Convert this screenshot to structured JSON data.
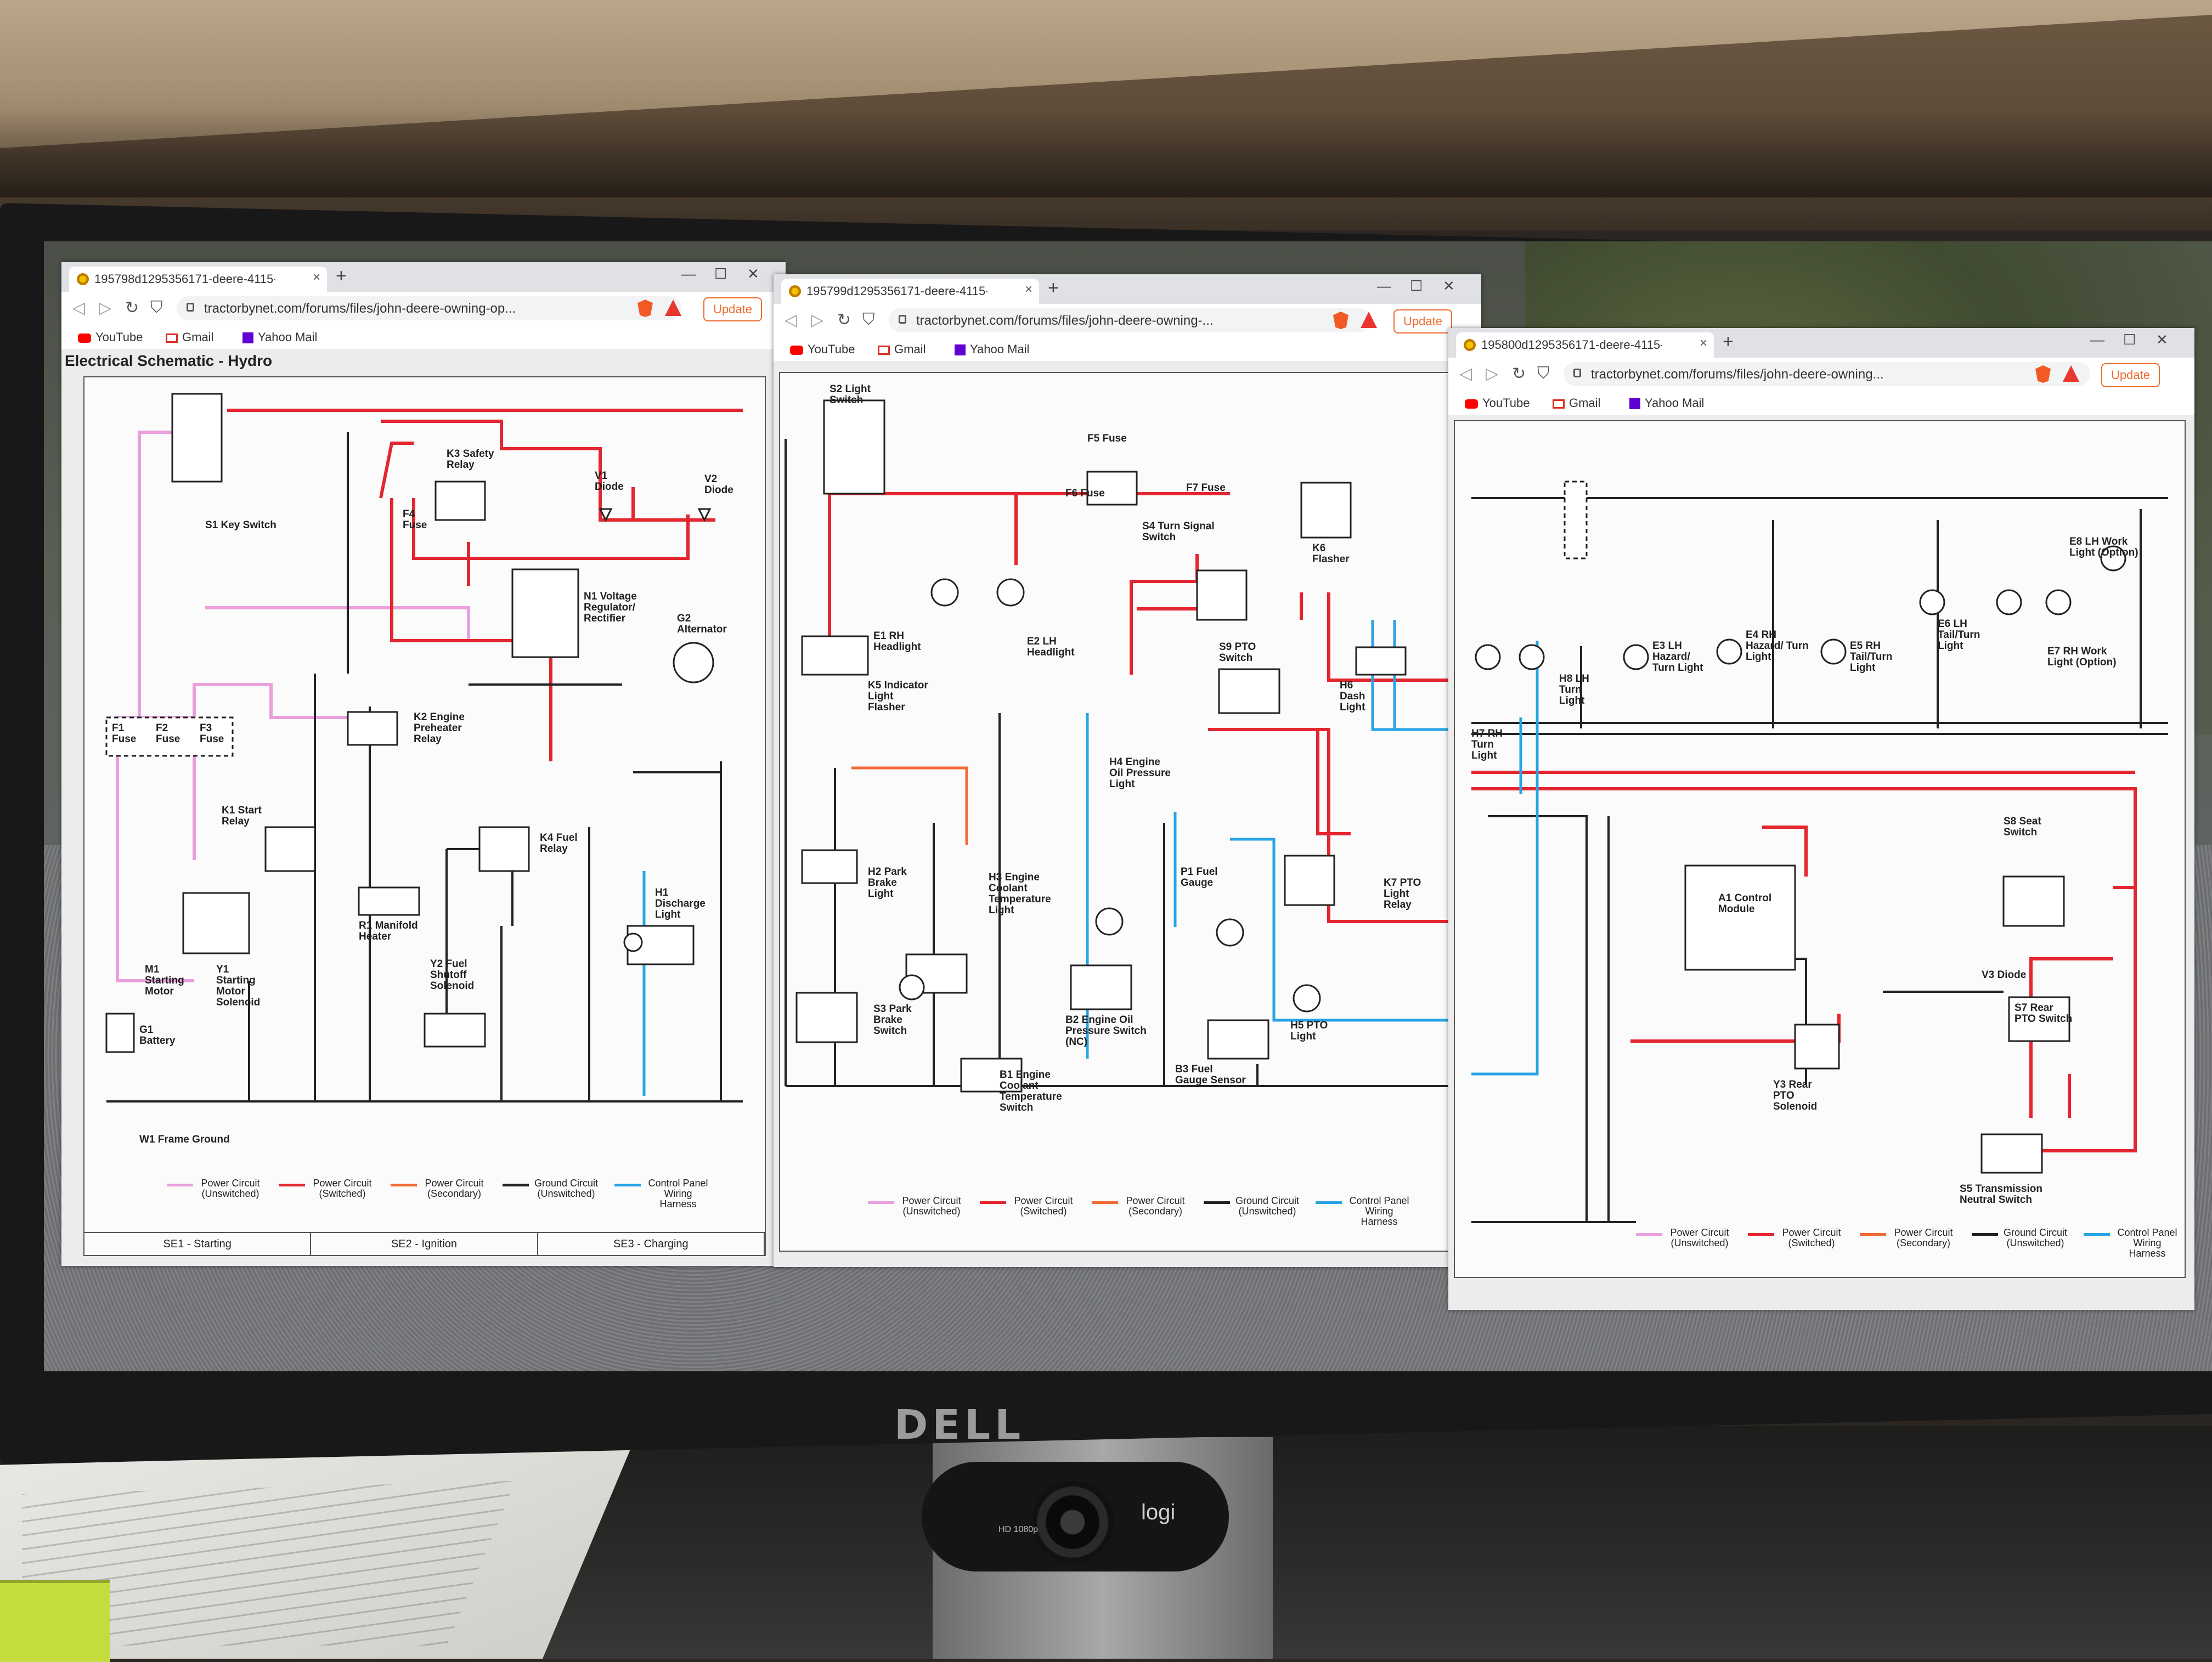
{
  "monitor": {
    "brand": "DELL"
  },
  "webcam": {
    "brand": "logi",
    "model": "HD 1080p"
  },
  "windows": [
    {
      "tab_title": "195798d1295356171-deere-4115-f...",
      "url": "tractorbynet.com/forums/files/john-deere-owning-op...",
      "update_label": "Update",
      "bookmarks": [
        "YouTube",
        "Gmail",
        "Yahoo Mail"
      ],
      "schematic_title": "Electrical Schematic - Hydro",
      "sections": [
        "SE1 - Starting",
        "SE2 - Ignition",
        "SE3 - Charging"
      ],
      "components": [
        "S1 Key Switch",
        "K3 Safety Relay",
        "F4 Fuse",
        "V1 Diode",
        "V2 Diode",
        "N1 Voltage Regulator/ Rectifier",
        "G2 Alternator",
        "K2 Engine Preheater Relay",
        "K1 Start Relay",
        "K4 Fuel Relay",
        "R1 Manifold Heater",
        "H1 Discharge Light",
        "M1 Starting Motor",
        "Y1 Starting Motor Solenoid",
        "Y2 Fuel Shutoff Solenoid",
        "G1 Battery",
        "W1 Frame Ground",
        "F1 Fuse",
        "F2 Fuse",
        "F3 Fuse"
      ]
    },
    {
      "tab_title": "195799d1295356171-deere-4115-f...",
      "url": "tractorbynet.com/forums/files/john-deere-owning-...",
      "update_label": "Update",
      "bookmarks": [
        "YouTube",
        "Gmail",
        "Yahoo Mail"
      ],
      "components": [
        "S2 Light Switch",
        "F5 Fuse",
        "F6 Fuse",
        "F7 Fuse",
        "S4 Turn Signal Switch",
        "K6 Flasher",
        "E1 RH Headlight",
        "E2 LH Headlight",
        "K5 Indicator Light Flasher",
        "S9 PTO Switch",
        "H6 Dash Light",
        "H4 Engine Oil Pressure Light",
        "H2 Park Brake Light",
        "H3 Engine Coolant Temperature Light",
        "P1 Fuel Gauge",
        "K7 PTO Light Relay",
        "B2 Engine Oil Pressure Switch (NC)",
        "S3 Park Brake Switch",
        "H5 PTO Light",
        "B1 Engine Coolant Temperature Switch",
        "B3 Fuel Gauge Sensor"
      ]
    },
    {
      "tab_title": "195800d1295356171-deere-4115-f...",
      "url": "tractorbynet.com/forums/files/john-deere-owning...",
      "update_label": "Update",
      "bookmarks": [
        "YouTube",
        "Gmail",
        "Yahoo Mail"
      ],
      "components": [
        "E8 LH Work Light (Option)",
        "E6 LH Tail/Turn Light",
        "E7 RH Work Light (Option)",
        "E3 LH Hazard/ Turn Light",
        "E4 RH Hazard/ Turn Light",
        "E5 RH Tail/Turn Light",
        "H8 LH Turn Light",
        "H7 RH Turn Light",
        "S8 Seat Switch",
        "A1 Control Module",
        "V3 Diode",
        "S7 Rear PTO Switch",
        "Y3 Rear PTO Solenoid",
        "S5 Transmission Neutral Switch"
      ]
    }
  ],
  "legend": [
    {
      "label": "Power Circuit (Unswitched)",
      "color": "#e9a0dc"
    },
    {
      "label": "Power Circuit (Switched)",
      "color": "#e3262f"
    },
    {
      "label": "Power Circuit (Secondary)",
      "color": "#f06a35"
    },
    {
      "label": "Ground Circuit (Unswitched)",
      "color": "#222222"
    },
    {
      "label": "Control Panel Wiring Harness",
      "color": "#27a3e6"
    }
  ]
}
